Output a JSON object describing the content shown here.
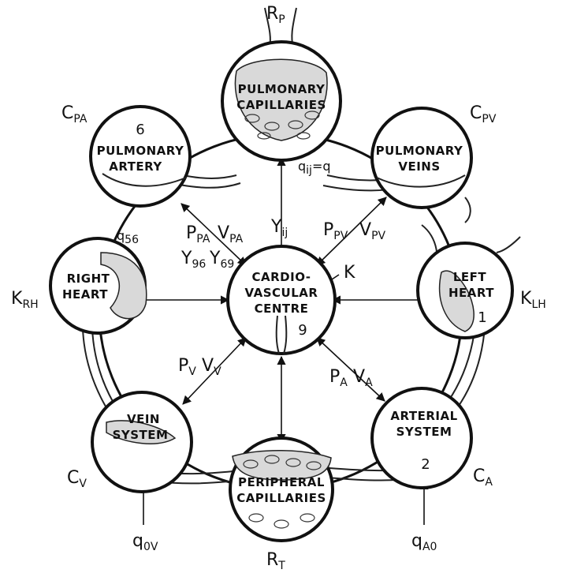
{
  "nodes": {
    "pulmonary_capillaries": {
      "line1": "PULMONARY",
      "line2": "CAPILLARIES"
    },
    "pulmonary_artery": {
      "number": "6",
      "line1": "PULMONARY",
      "line2": "ARTERY"
    },
    "pulmonary_veins": {
      "line1": "PULMONARY",
      "line2": "VEINS"
    },
    "right_heart": {
      "line1": "RIGHT",
      "line2": "HEART"
    },
    "left_heart": {
      "line1": "LEFT",
      "line2": "HEART",
      "number": "1"
    },
    "cardiovascular_centre": {
      "line1": "CARDIO-",
      "line2": "VASCULAR",
      "line3": "CENTRE",
      "number": "9"
    },
    "vein_system": {
      "line1": "VEIN",
      "line2": "SYSTEM"
    },
    "arterial_system": {
      "line1": "ARTERIAL",
      "line2": "SYSTEM",
      "number": "2"
    },
    "peripheral_capillaries": {
      "line1": "PERIPHERAL",
      "line2": "CAPILLARIES"
    }
  },
  "parameters": {
    "R_P": {
      "main": "R",
      "sub": "P"
    },
    "C_PA": {
      "main": "C",
      "sub": "PA"
    },
    "C_PV": {
      "main": "C",
      "sub": "PV"
    },
    "K_RH": {
      "main": "K",
      "sub": "RH"
    },
    "K_LH": {
      "main": "K",
      "sub": "LH"
    },
    "K": {
      "main": "K"
    },
    "C_V": {
      "main": "C",
      "sub": "V"
    },
    "C_A": {
      "main": "C",
      "sub": "A"
    },
    "R_T": {
      "main": "R",
      "sub": "T"
    }
  },
  "signals": {
    "q_ij": {
      "main": "q",
      "sub": "ij",
      "rest": "=q"
    },
    "Y_ij": {
      "main": "Y",
      "sub": "ij"
    },
    "q_56": {
      "main": "q",
      "sub": "56"
    },
    "P_PA": {
      "main": "P",
      "sub": "PA"
    },
    "V_PA": {
      "main": "V",
      "sub": "PA"
    },
    "Y_96": {
      "main": "Y",
      "sub": "96"
    },
    "Y_69": {
      "main": "Y",
      "sub": "69"
    },
    "P_PV": {
      "main": "P",
      "sub": "PV"
    },
    "V_PV": {
      "main": "V",
      "sub": "PV"
    },
    "P_V": {
      "main": "P",
      "sub": "V"
    },
    "V_V": {
      "main": "V",
      "sub": "V"
    },
    "P_A": {
      "main": "P",
      "sub": "A"
    },
    "V_A": {
      "main": "V",
      "sub": "A"
    },
    "q_0V": {
      "main": "q",
      "sub": "0V"
    },
    "q_A0": {
      "main": "q",
      "sub": "A0"
    }
  }
}
